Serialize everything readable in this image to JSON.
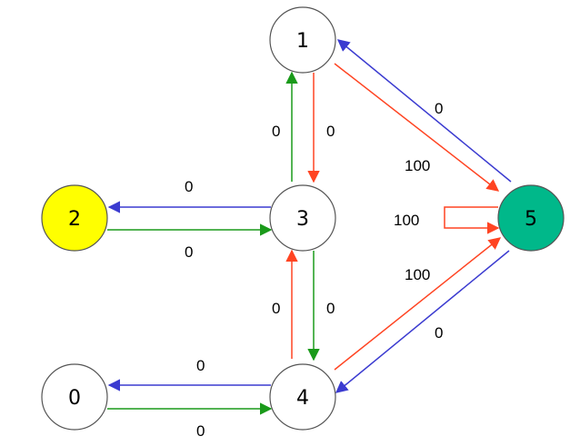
{
  "colors": {
    "blue": "#3b3bd0",
    "green": "#1a9a1a",
    "orange": "#ff4422",
    "node_default": "#ffffff",
    "node_2": "#ffff00",
    "node_5": "#00b88a"
  },
  "nodes": [
    {
      "id": "1",
      "label": "1",
      "fill": "#ffffff"
    },
    {
      "id": "2",
      "label": "2",
      "fill": "#ffff00"
    },
    {
      "id": "3",
      "label": "3",
      "fill": "#ffffff"
    },
    {
      "id": "5",
      "label": "5",
      "fill": "#00b88a"
    },
    {
      "id": "0",
      "label": "0",
      "fill": "#ffffff"
    },
    {
      "id": "4",
      "label": "4",
      "fill": "#ffffff"
    }
  ],
  "edges": [
    {
      "from": "3",
      "to": "1",
      "color": "green",
      "label": "0"
    },
    {
      "from": "1",
      "to": "3",
      "color": "orange",
      "label": "0"
    },
    {
      "from": "1",
      "to": "5",
      "color": "orange",
      "label": "100"
    },
    {
      "from": "5",
      "to": "1",
      "color": "blue",
      "label": "0"
    },
    {
      "from": "3",
      "to": "2",
      "color": "blue",
      "label": "0"
    },
    {
      "from": "2",
      "to": "3",
      "color": "green",
      "label": "0"
    },
    {
      "from": "5",
      "to": "5",
      "color": "orange",
      "label": "100"
    },
    {
      "from": "4",
      "to": "3",
      "color": "orange",
      "label": "0"
    },
    {
      "from": "3",
      "to": "4",
      "color": "green",
      "label": "0"
    },
    {
      "from": "4",
      "to": "5",
      "color": "orange",
      "label": "100"
    },
    {
      "from": "5",
      "to": "4",
      "color": "blue",
      "label": "0"
    },
    {
      "from": "4",
      "to": "0",
      "color": "blue",
      "label": "0"
    },
    {
      "from": "0",
      "to": "4",
      "color": "green",
      "label": "0"
    }
  ]
}
